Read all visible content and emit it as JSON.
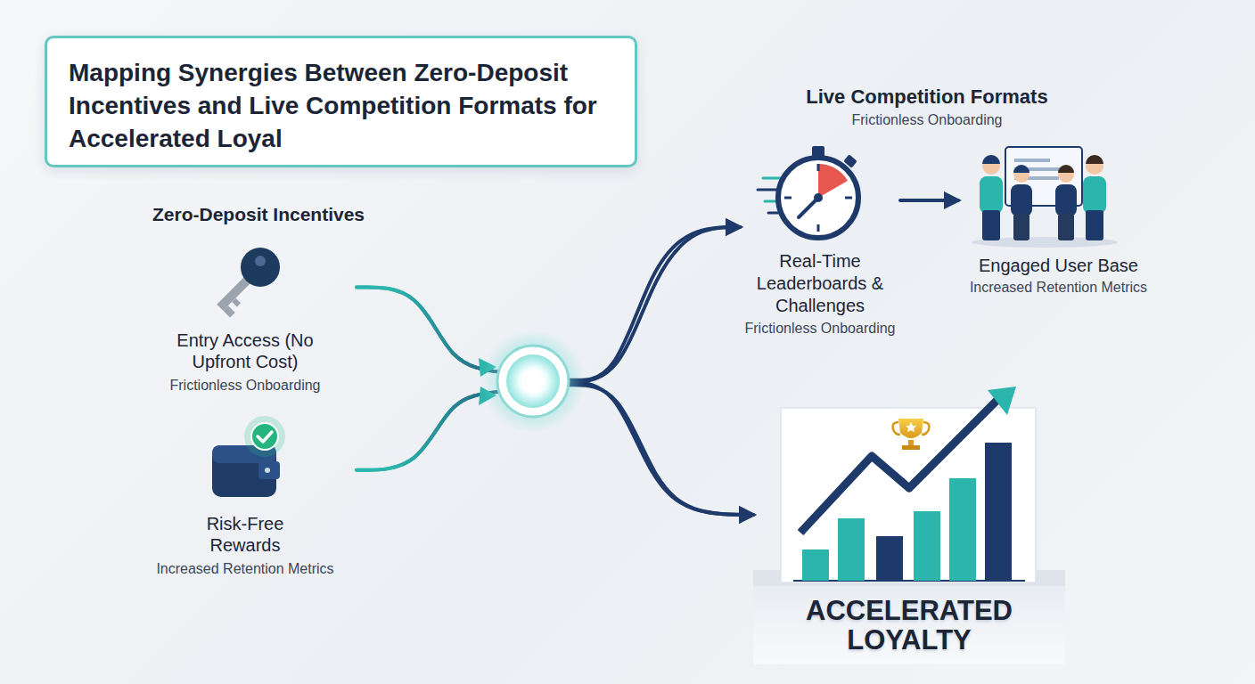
{
  "diagram": {
    "title": "Mapping Synergies Between Zero-Deposit Incentives and Live Competition Formats for Accelerated Loyal",
    "nodes": [
      {
        "text": [
          "Entry Access (No Upfront Cost)",
          "Frictionless Onboarding"
        ]
      },
      {
        "text": [
          "Risk-Free Rewards",
          "Increased Retention Metrics"
        ]
      },
      {
        "text": [
          "Real-Time Leaderboards & Challenges",
          "Frictionless Onboarding"
        ]
      },
      {
        "text": [
          "Engaged User Base",
          "Increased Retention Metrics"
        ]
      },
      {
        "text": [
          "ACCELERATED LOYALTY"
        ]
      }
    ],
    "edges": [
      {
        "from": 0,
        "to": 2,
        "arrow": "to"
      },
      {
        "from": 0,
        "to": 4,
        "arrow": "to"
      },
      {
        "from": 1,
        "to": 2,
        "arrow": "to"
      },
      {
        "from": 1,
        "to": 4,
        "arrow": "to"
      },
      {
        "from": 2,
        "to": 3,
        "arrow": "to"
      }
    ],
    "labels": [
      "Zero-Deposit Incentives",
      "Live Competition Formats",
      "Frictionless Onboarding"
    ]
  }
}
